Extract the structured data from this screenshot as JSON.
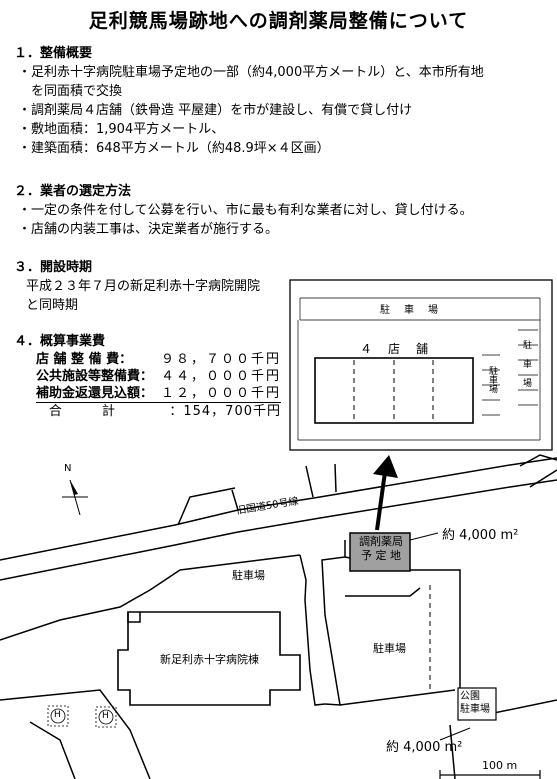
{
  "title": "足利競馬場跡地への調剤薬局整備について",
  "sections": {
    "s1": {
      "heading": "１．整備概要",
      "bullets": [
        "・足利赤十字病院駐車場予定地の一部（約4,000平方メートル）と、本市所有地",
        "　を同面積で交換",
        "・調剤薬局４店舗（鉄骨造 平屋建）を市が建設し、有償で貸し付け",
        "・敷地面積：1,904平方メートル、",
        "・建築面積：648平方メートル（約48.9坪×４区画）"
      ]
    },
    "s2": {
      "heading": "２．業者の選定方法",
      "bullets": [
        "・一定の条件を付して公募を行い、市に最も有利な業者に対し、貸し付ける。",
        "・店舗の内装工事は、決定業者が施行する。"
      ]
    },
    "s3": {
      "heading": "３．開設時期",
      "lines": [
        "平成２３年７月の新足利赤十字病院開院",
        "と同時期"
      ]
    },
    "s4": {
      "heading": "４．概算事業費",
      "rows": [
        {
          "label": "店 舗 整 備 費：",
          "value": "９８，７００千円"
        },
        {
          "label": "公共施設等整備費：",
          "value": "４４，０００千円"
        },
        {
          "label": "補助金返還見込額：",
          "value": "１２，０００千円"
        }
      ],
      "total": {
        "label": "合 計",
        "value": "：154，700千円"
      }
    }
  },
  "inset": {
    "parking_top": "駐　車　場",
    "stores": "４　店　舗",
    "parking_mid": "駐車場",
    "parking_right": "駐車場"
  },
  "map": {
    "north": "N",
    "road": "旧国道50号線",
    "pharmacy_line1": "調剤薬局",
    "pharmacy_line2": "予 定 地",
    "area1": "約 4,000 m²",
    "parking1": "駐車場",
    "hospital": "新足利赤十字病院棟",
    "parking2": "駐車場",
    "park_parking_line1": "公園",
    "park_parking_line2": "駐車場",
    "area2": "約 4,000 m²",
    "helipad": "H",
    "scale": "100 m"
  },
  "colors": {
    "pharmacy_fill": "#a0a0a0",
    "line": "#000000"
  }
}
